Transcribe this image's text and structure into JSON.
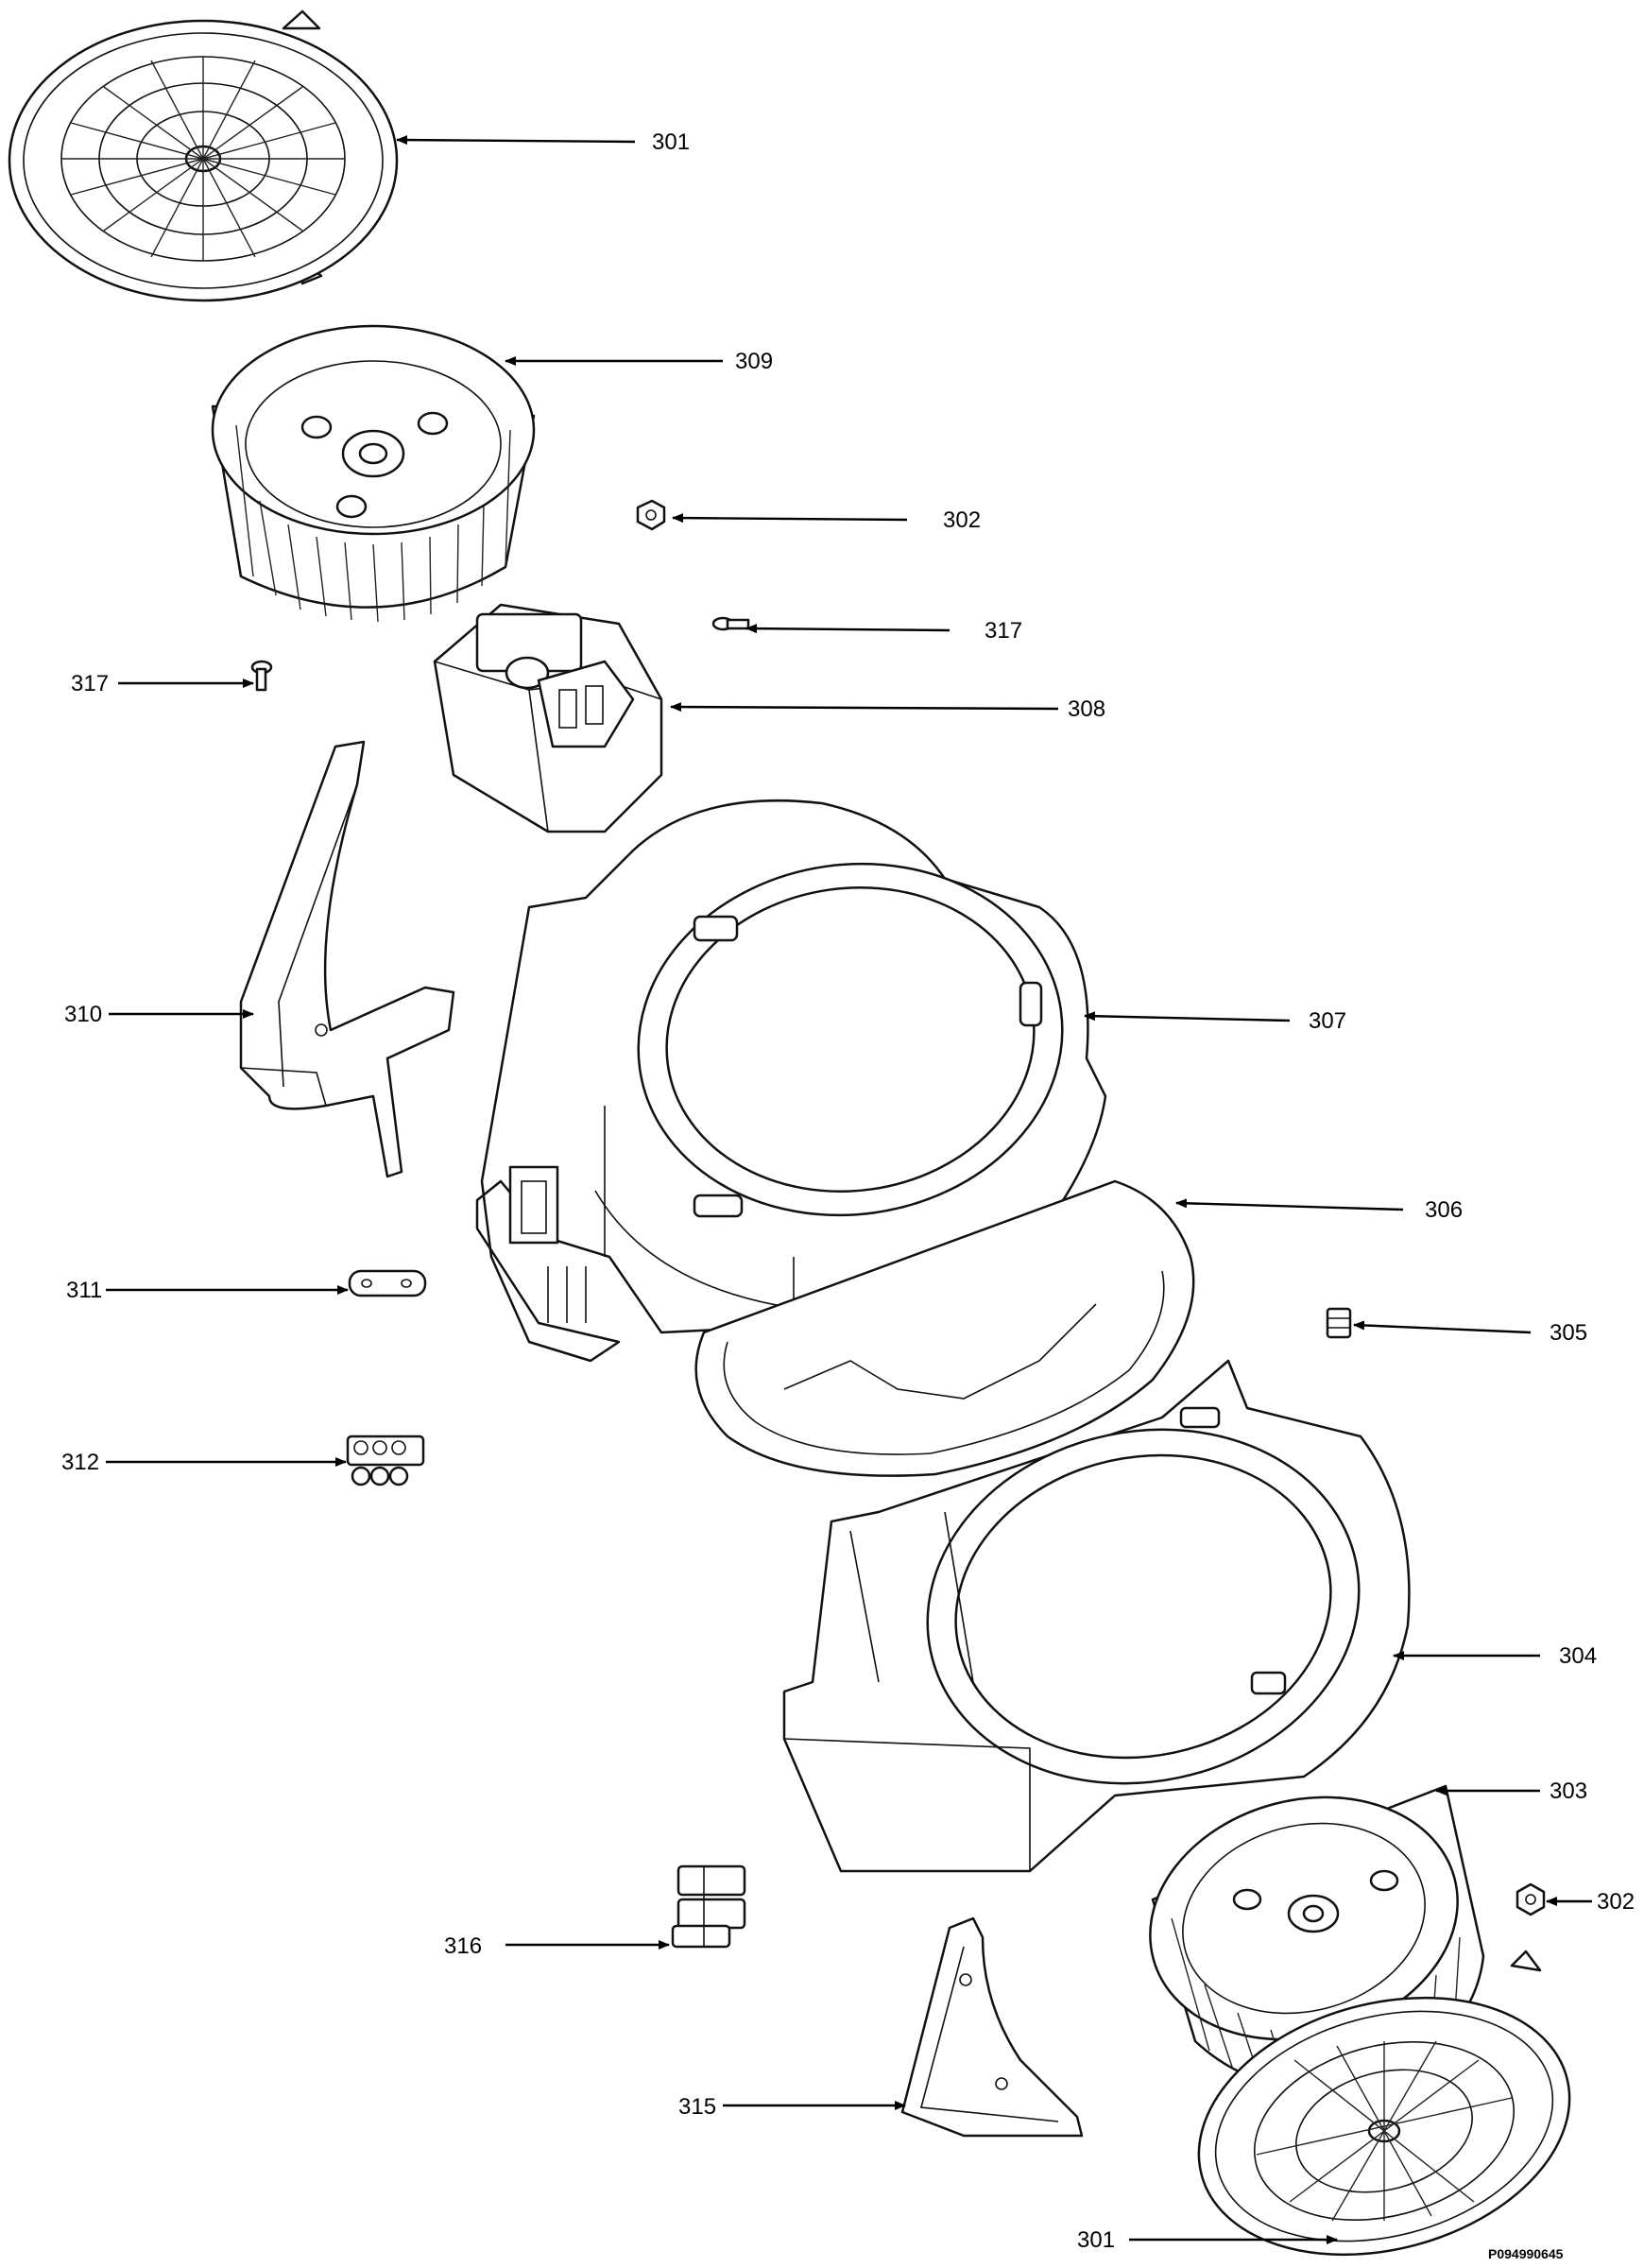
{
  "callouts": {
    "c301_top": "301",
    "c309": "309",
    "c302_top": "302",
    "c317_right": "317",
    "c317_left": "317",
    "c308": "308",
    "c310": "310",
    "c307": "307",
    "c306": "306",
    "c311": "311",
    "c305": "305",
    "c312": "312",
    "c304": "304",
    "c303": "303",
    "c302_bottom": "302",
    "c316": "316",
    "c315": "315",
    "c301_bottom": "301"
  },
  "document_id": "P094990645"
}
